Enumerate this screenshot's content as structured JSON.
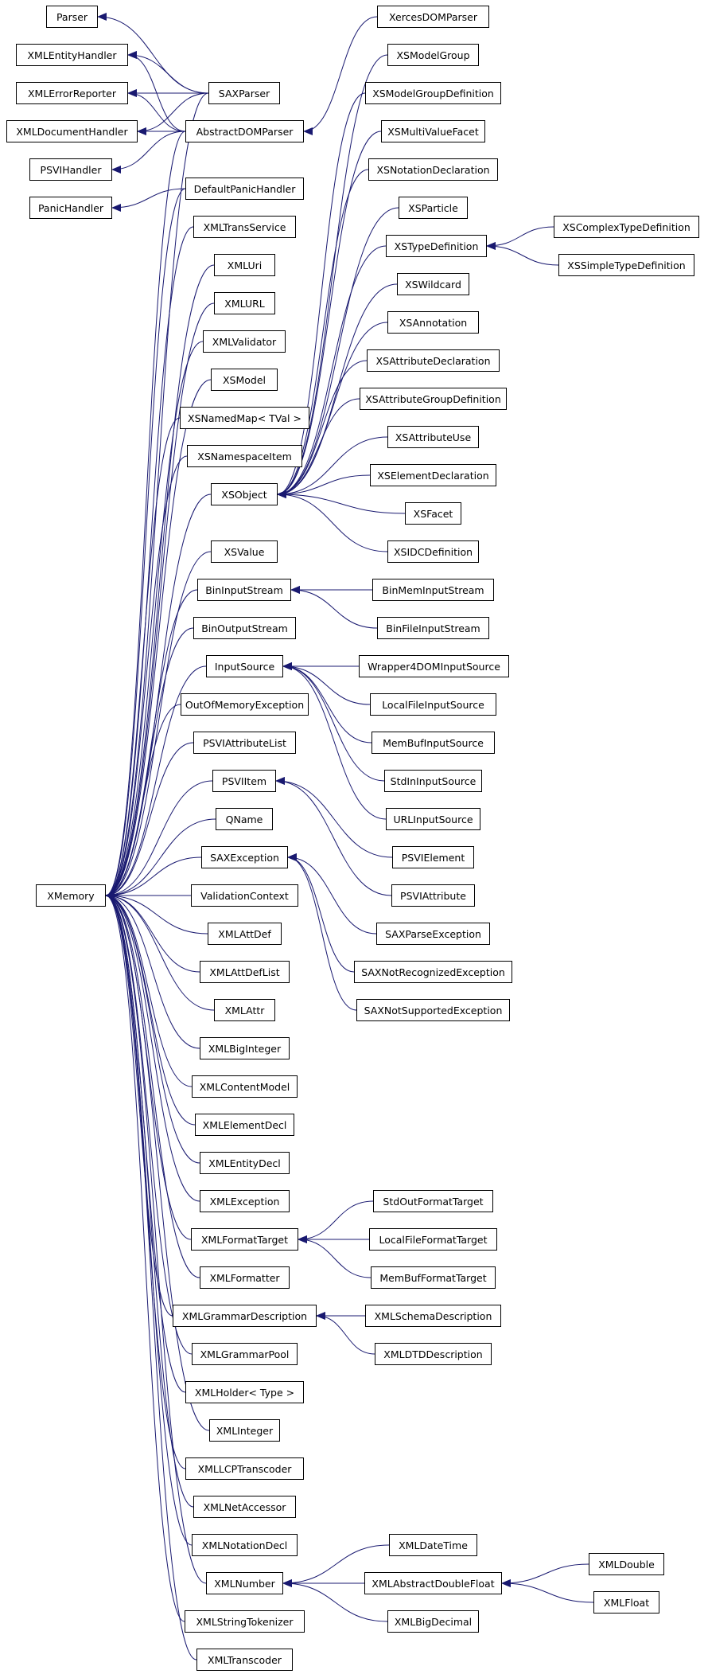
{
  "colors": {
    "edge": "#191970",
    "arrow": "#191970",
    "box_border": "#000000",
    "background": "#ffffff"
  },
  "nodes": {
    "parser": "Parser",
    "xmlentityhandler": "XMLEntityHandler",
    "xmlerrorreporter": "XMLErrorReporter",
    "xmldocumenthandler": "XMLDocumentHandler",
    "psvihandler": "PSVIHandler",
    "panichandler": "PanicHandler",
    "xmemory": "XMemory",
    "saxparser": "SAXParser",
    "abstractdomparser": "AbstractDOMParser",
    "defaultpanichandler": "DefaultPanicHandler",
    "xmltransservice": "XMLTransService",
    "xmluri": "XMLUri",
    "xmlurl": "XMLURL",
    "xmlvalidator": "XMLValidator",
    "xsmodel": "XSModel",
    "xsnamedmap": "XSNamedMap< TVal >",
    "xsnamespaceitem": "XSNamespaceItem",
    "xsobject": "XSObject",
    "xsvalue": "XSValue",
    "bininputstream": "BinInputStream",
    "binoutputstream": "BinOutputStream",
    "inputsource": "InputSource",
    "outofmemoryexception": "OutOfMemoryException",
    "psviattributelist": "PSVIAttributeList",
    "psviitem": "PSVIItem",
    "qname": "QName",
    "saxexception": "SAXException",
    "validationcontext": "ValidationContext",
    "xmlattdef": "XMLAttDef",
    "xmlattdeflist": "XMLAttDefList",
    "xmlattr": "XMLAttr",
    "xmlbiginteger": "XMLBigInteger",
    "xmlcontentmodel": "XMLContentModel",
    "xmlelementdecl": "XMLElementDecl",
    "xmlentitydecl": "XMLEntityDecl",
    "xmlexception": "XMLException",
    "xmlformattarget": "XMLFormatTarget",
    "xmlformatter": "XMLFormatter",
    "xmlgrammardescription": "XMLGrammarDescription",
    "xmlgrammarpool": "XMLGrammarPool",
    "xmlholder": "XMLHolder< Type >",
    "xmlinteger": "XMLInteger",
    "xmllcptranscoder": "XMLLCPTranscoder",
    "xmlnetaccessor": "XMLNetAccessor",
    "xmlnotationdecl": "XMLNotationDecl",
    "xmlnumber": "XMLNumber",
    "xmlstringtokenizer": "XMLStringTokenizer",
    "xmltranscoder": "XMLTranscoder",
    "xercesdomparser": "XercesDOMParser",
    "xsmodelgroup": "XSModelGroup",
    "xsmodelgroupdefinition": "XSModelGroupDefinition",
    "xsmultivaluefacet": "XSMultiValueFacet",
    "xsnotationdeclaration": "XSNotationDeclaration",
    "xsparticle": "XSParticle",
    "xstypedefinition": "XSTypeDefinition",
    "xswildcard": "XSWildcard",
    "xsannotation": "XSAnnotation",
    "xsattributedeclaration": "XSAttributeDeclaration",
    "xsattributegroupdefinition": "XSAttributeGroupDefinition",
    "xsattributeuse": "XSAttributeUse",
    "xselementdeclaration": "XSElementDeclaration",
    "xsfacet": "XSFacet",
    "xsidcdefinition": "XSIDCDefinition",
    "binmeminputstream": "BinMemInputStream",
    "binfileinputstream": "BinFileInputStream",
    "wrapper4dominputsource": "Wrapper4DOMInputSource",
    "localfileinputsource": "LocalFileInputSource",
    "membufinputsource": "MemBufInputSource",
    "stdininputsource": "StdInInputSource",
    "urlinputsource": "URLInputSource",
    "psvielement": "PSVIElement",
    "psviattribute": "PSVIAttribute",
    "saxparseexception": "SAXParseException",
    "saxnotrecognizedexception": "SAXNotRecognizedException",
    "saxnotsupportedexception": "SAXNotSupportedException",
    "stdoutformattarget": "StdOutFormatTarget",
    "localfileformattarget": "LocalFileFormatTarget",
    "membufformattarget": "MemBufFormatTarget",
    "xmlschemadescription": "XMLSchemaDescription",
    "xmldtddescription": "XMLDTDDescription",
    "xmldatetime": "XMLDateTime",
    "xmlabstractdoublefloat": "XMLAbstractDoubleFloat",
    "xmlbigdecimal": "XMLBigDecimal",
    "xscomplextypedefinition": "XSComplexTypeDefinition",
    "xssimpletypedefinition": "XSSimpleTypeDefinition",
    "xmldouble": "XMLDouble",
    "xmlfloat": "XMLFloat"
  },
  "edges": [
    [
      "saxparser",
      "parser"
    ],
    [
      "saxparser",
      "xmlentityhandler"
    ],
    [
      "saxparser",
      "xmlerrorreporter"
    ],
    [
      "saxparser",
      "xmldocumenthandler"
    ],
    [
      "saxparser",
      "xmemory"
    ],
    [
      "abstractdomparser",
      "xmlentityhandler"
    ],
    [
      "abstractdomparser",
      "xmlerrorreporter"
    ],
    [
      "abstractdomparser",
      "xmldocumenthandler"
    ],
    [
      "abstractdomparser",
      "psvihandler"
    ],
    [
      "abstractdomparser",
      "xmemory"
    ],
    [
      "defaultpanichandler",
      "panichandler"
    ],
    [
      "defaultpanichandler",
      "xmemory"
    ],
    [
      "xmltransservice",
      "xmemory"
    ],
    [
      "xmluri",
      "xmemory"
    ],
    [
      "xmlurl",
      "xmemory"
    ],
    [
      "xmlvalidator",
      "xmemory"
    ],
    [
      "xsmodel",
      "xmemory"
    ],
    [
      "xsnamedmap",
      "xmemory"
    ],
    [
      "xsnamespaceitem",
      "xmemory"
    ],
    [
      "xsobject",
      "xmemory"
    ],
    [
      "xsvalue",
      "xmemory"
    ],
    [
      "bininputstream",
      "xmemory"
    ],
    [
      "binoutputstream",
      "xmemory"
    ],
    [
      "inputsource",
      "xmemory"
    ],
    [
      "outofmemoryexception",
      "xmemory"
    ],
    [
      "psviattributelist",
      "xmemory"
    ],
    [
      "psviitem",
      "xmemory"
    ],
    [
      "qname",
      "xmemory"
    ],
    [
      "saxexception",
      "xmemory"
    ],
    [
      "validationcontext",
      "xmemory"
    ],
    [
      "xmlattdef",
      "xmemory"
    ],
    [
      "xmlattdeflist",
      "xmemory"
    ],
    [
      "xmlattr",
      "xmemory"
    ],
    [
      "xmlbiginteger",
      "xmemory"
    ],
    [
      "xmlcontentmodel",
      "xmemory"
    ],
    [
      "xmlelementdecl",
      "xmemory"
    ],
    [
      "xmlentitydecl",
      "xmemory"
    ],
    [
      "xmlexception",
      "xmemory"
    ],
    [
      "xmlformattarget",
      "xmemory"
    ],
    [
      "xmlformatter",
      "xmemory"
    ],
    [
      "xmlgrammardescription",
      "xmemory"
    ],
    [
      "xmlgrammarpool",
      "xmemory"
    ],
    [
      "xmlholder",
      "xmemory"
    ],
    [
      "xmlinteger",
      "xmemory"
    ],
    [
      "xmllcptranscoder",
      "xmemory"
    ],
    [
      "xmlnetaccessor",
      "xmemory"
    ],
    [
      "xmlnotationdecl",
      "xmemory"
    ],
    [
      "xmlnumber",
      "xmemory"
    ],
    [
      "xmlstringtokenizer",
      "xmemory"
    ],
    [
      "xmltranscoder",
      "xmemory"
    ],
    [
      "xercesdomparser",
      "abstractdomparser"
    ],
    [
      "xsmodelgroup",
      "xsobject"
    ],
    [
      "xsmodelgroupdefinition",
      "xsobject"
    ],
    [
      "xsmultivaluefacet",
      "xsobject"
    ],
    [
      "xsnotationdeclaration",
      "xsobject"
    ],
    [
      "xsparticle",
      "xsobject"
    ],
    [
      "xstypedefinition",
      "xsobject"
    ],
    [
      "xswildcard",
      "xsobject"
    ],
    [
      "xsannotation",
      "xsobject"
    ],
    [
      "xsattributedeclaration",
      "xsobject"
    ],
    [
      "xsattributegroupdefinition",
      "xsobject"
    ],
    [
      "xsattributeuse",
      "xsobject"
    ],
    [
      "xselementdeclaration",
      "xsobject"
    ],
    [
      "xsfacet",
      "xsobject"
    ],
    [
      "xsidcdefinition",
      "xsobject"
    ],
    [
      "xscomplextypedefinition",
      "xstypedefinition"
    ],
    [
      "xssimpletypedefinition",
      "xstypedefinition"
    ],
    [
      "binmeminputstream",
      "bininputstream"
    ],
    [
      "binfileinputstream",
      "bininputstream"
    ],
    [
      "wrapper4dominputsource",
      "inputsource"
    ],
    [
      "localfileinputsource",
      "inputsource"
    ],
    [
      "membufinputsource",
      "inputsource"
    ],
    [
      "stdininputsource",
      "inputsource"
    ],
    [
      "urlinputsource",
      "inputsource"
    ],
    [
      "psvielement",
      "psviitem"
    ],
    [
      "psviattribute",
      "psviitem"
    ],
    [
      "saxparseexception",
      "saxexception"
    ],
    [
      "saxnotrecognizedexception",
      "saxexception"
    ],
    [
      "saxnotsupportedexception",
      "saxexception"
    ],
    [
      "stdoutformattarget",
      "xmlformattarget"
    ],
    [
      "localfileformattarget",
      "xmlformattarget"
    ],
    [
      "membufformattarget",
      "xmlformattarget"
    ],
    [
      "xmlschemadescription",
      "xmlgrammardescription"
    ],
    [
      "xmldtddescription",
      "xmlgrammardescription"
    ],
    [
      "xmldatetime",
      "xmlnumber"
    ],
    [
      "xmlabstractdoublefloat",
      "xmlnumber"
    ],
    [
      "xmlbigdecimal",
      "xmlnumber"
    ],
    [
      "xmldouble",
      "xmlabstractdoublefloat"
    ],
    [
      "xmlfloat",
      "xmlabstractdoublefloat"
    ]
  ]
}
